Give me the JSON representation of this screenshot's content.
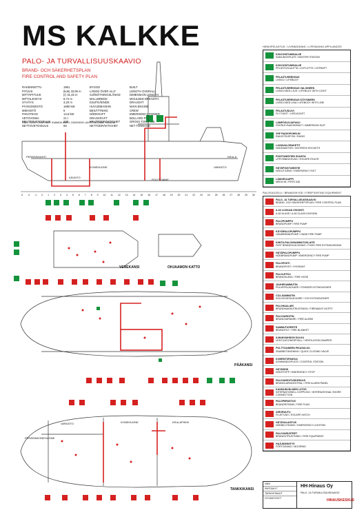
{
  "title": "MS KALKKE",
  "subtitle_fi": "PALO- JA TURVALLISUUSKAAVIO",
  "subtitle_sv": "BRAND- OCH SÄKERHETSPLAN",
  "subtitle_en": "FIRE CONTROL AND SAFETY PLAN",
  "specs": [
    [
      "RAKENNETTU",
      "1961",
      "BYGGD",
      "BUILT"
    ],
    [
      "PITUUS",
      "(kok) 33,95 m",
      "LÄNGD ÖVER ALLT",
      "LENGTH OVERALL"
    ],
    [
      "MITTAPITUUS",
      "(r) 31,45 m",
      "SJÖMÄTNINGSLÄNGD",
      "DIMENSION LENGTH"
    ],
    [
      "MITTALEVEYS",
      "8,72 m",
      "MALLBREDD",
      "MOULDED BREADTH"
    ],
    [
      "SYVÄYS",
      "3,20 m",
      "DJUPGÅENDE",
      "DRAUGHT"
    ],
    [
      "PÄÄKONEISTO",
      "1690 kW",
      "HUVUDMASKIN",
      "MAIN ENGINE"
    ],
    [
      "MIEHISTÖ",
      "6",
      "BESÄTTNING",
      "CREW"
    ],
    [
      "PAKOTEHO",
      "13,5 kW",
      "NÖDKRAFT",
      "EMERGENCY POWER"
    ],
    [
      "VETOVOIMA",
      "21 t",
      "DRAGKRAFT",
      "BOLLARD PULL"
    ],
    [
      "BRUTTOVETOISUUS",
      "229",
      "BRUTTODRÄKTIGHET",
      "GROSS TONNAGE"
    ],
    [
      "NETTOVETOISUUS",
      "69",
      "NETTODRÄKTIGHET",
      "NET TONNAGE"
    ]
  ],
  "callsign": "CALL SIGN: OHAS   IMO: 5188806   MMSI: 230009000   LÄHTÖSATAMA: HAMINA",
  "ticks": [
    "-3",
    "-2",
    "-1",
    "0",
    "1",
    "2",
    "3",
    "4",
    "5",
    "6",
    "7",
    "8",
    "9",
    "10",
    "11",
    "12",
    "13",
    "14",
    "15",
    "16",
    "17",
    "18",
    "19",
    "20",
    "21",
    "22",
    "23",
    "24",
    "25",
    "26",
    "27",
    "28",
    "29",
    "30"
  ],
  "labels": {
    "side_keula": "KEULA",
    "side_perasin": "PERÄSINVAHTI",
    "side_kone": "KONEHUONE",
    "side_asu": "ASUNTO",
    "side_polttoaine": "POLTTOAINE",
    "side_varasto": "VARASTO",
    "venekansi": "VENEKANSI",
    "ohjaamo": "OHJAAMON KATTO",
    "paakansi": "PÄÄKANSI",
    "tankkikansi": "TANKKIKANSI",
    "lower_perasin": "PERÄSINKONEHUONE",
    "lower_varasto": "VARASTO",
    "lower_kone": "KONEHUONE",
    "lower_keula": "KEULAPIIKKI"
  },
  "legend": {
    "header1": "HENKIPELASTUS / LIVRÄDDNING / LIFESAVING APPLIANCES",
    "header2": "PALOSUOJELU / BRANDSKYDD / FIREFIGHTING EQUIPMENT",
    "items_green": [
      {
        "title": "KOKOONTUMISALUE",
        "sub": "SAMLINGSPLATS / MUSTER STATION",
        "color": "#14933c"
      },
      {
        "title": "KOKOONTUMISALUE",
        "sub": "PELASTUSLAUTTA / LIVFLOTTE / LIFERAFT",
        "color": "#14933c"
      },
      {
        "title": "PELASTUSRENGAS",
        "sub": "LIVBOJ / LIFEBUOY",
        "color": "#14933c"
      },
      {
        "title": "PELASTUSRENGAS VALOINEEN",
        "sub": "LIVBOJ MED LJUS / LIFEBUOY WITH LIGHT",
        "color": "#14933c"
      },
      {
        "title": "PELASTUSRENGAS KÖYSINEEN",
        "sub": "LIVBOJ MED LINA / LIFEBUOY WITH LINE",
        "color": "#14933c"
      },
      {
        "title": "PELASTUSLIIVI",
        "sub": "FLYTVÄST / LIFEJACKET",
        "color": "#14933c"
      },
      {
        "title": "LÄMPÖSUOJAPUKU",
        "sub": "ÖVERLEVNADSDRÄKT / IMMERSION SUIT",
        "color": "#14933c"
      },
      {
        "title": "VHF RADIOPUHELIN",
        "sub": "RADIOTELEFON / RADIO",
        "color": "#14933c"
      },
      {
        "title": "LAIVAVALORAKETIT",
        "sub": "NÖDRAKETER / DISTRESS ROCKETS",
        "color": "#14933c"
      },
      {
        "title": "POISTUMISTIEN SUUNTA",
        "sub": "UTRYMNINGSVÄG / ESCAPE ROUTE",
        "color": "#14933c"
      },
      {
        "title": "HÄTÄPOISTUMISTIE",
        "sub": "NÖDUTGÅNG / EMERGENCY EXIT",
        "color": "#14933c"
      },
      {
        "title": "LÄÄKEKAAPPI",
        "sub": "MEDICIN / FIRST AID",
        "color": "#14933c"
      }
    ],
    "items_red": [
      {
        "title": "PALO- JA TURVALLISUUSKAAVIO",
        "sub": "BRAND- OCH SÄKERHETSPLAN / FIRE CONTROL PLAN"
      },
      {
        "title": "A-60 LUOKAN OSIOINTI",
        "sub": "A-60 KLASS / A-60 CLASS DIVISION"
      },
      {
        "title": "PALOPUMPPU",
        "sub": "BRANDPUMP / FIRE PUMP"
      },
      {
        "title": "KÄYSIPALOPUMPPU",
        "sub": "HANDBRANDPUMP / HAND FIRE PUMP"
      },
      {
        "title": "KIINTO-PALONSAMMUTUSLAITE",
        "sub": "FAST BRANDSLÄCKNING / FIXED FIRE EXTINGUISHING"
      },
      {
        "title": "HÄTÄPALOPUMPPU",
        "sub": "NÖDBRANDPUMP / EMERGENCY FIRE PUMP"
      },
      {
        "title": "PALOPOSTI",
        "sub": "BRANDPOST / HYDRANT"
      },
      {
        "title": "PALOLETKU",
        "sub": "BRANDSLANG / FIRE HOSE"
      },
      {
        "title": "JAUHESAMMUTIN",
        "sub": "PULVERSLÄCKARE / POWDER EXTINGUISHER"
      },
      {
        "title": "CO2-SAMMUTIN",
        "sub": "KOLDIOXIDSLÄCKARE / CO2 EXTINGUISHER"
      },
      {
        "title": "PALOHAALARI",
        "sub": "BRANDMANSUTRUSTNING / FIREMAN'S OUTFIT"
      },
      {
        "title": "PALOVAROITIN",
        "sub": "BRANDVARNARE / FIRE ALARM"
      },
      {
        "title": "SAMMUTUSPEITE",
        "sub": "BRANDFILT / FIRE BLANKET"
      },
      {
        "title": "ILMANVAIHDON SULKU",
        "sub": "VENTILATIONSSPJÄLL / VENTILATION DAMPER"
      },
      {
        "title": "POLTTOAINEEN PIKASULKU",
        "sub": "SNABBSTÄNGNING / QUICK CLOSING VALVE"
      },
      {
        "title": "KOMENTOPAIKKA",
        "sub": "KOMMANDOPLATS / CONTROL STATION"
      },
      {
        "title": "HÄTÄSEIS",
        "sub": "NÖDSTOPP / EMERGENCY STOP"
      },
      {
        "title": "PALOVAROITUSKESKUS",
        "sub": "BRANDLARMCENTRAL / FIRE ALARM PANEL"
      },
      {
        "title": "KANSAINVÄLINEN LIITOS",
        "sub": "INTERNATIONELL KOPPLING / INTERNATIONAL SHORE CONNECTION"
      },
      {
        "title": "PALOPIIRUSTUS",
        "sub": "BRANDRITNING / FIRE PLAN"
      },
      {
        "title": "AIRORUUTU",
        "sub": "FLUKTVÄG / ESCAPE HATCH"
      },
      {
        "title": "HÄTÄVALAISTUS",
        "sub": "NÖDBELYSNING / EMERGENCY LIGHTING"
      },
      {
        "title": "PALOVARUSTEET",
        "sub": "BRANDUTRUSTNING / FIRE EQUIPMENT"
      },
      {
        "title": "HAJUKIINNITYS",
        "sub": "FÖRTÖJNING / MOORING"
      }
    ]
  },
  "titleblock": {
    "company": "HH-Hinaus Oy",
    "l1": "NIMI",
    "l2": "PIIRTÄNYT",
    "l3": "TARKASTANUT",
    "l4": "HYVÄKSYNYT",
    "note": "PALO- JA TURVALLISUUSKAAVIO",
    "brand": "HINAUSKESKUS"
  }
}
